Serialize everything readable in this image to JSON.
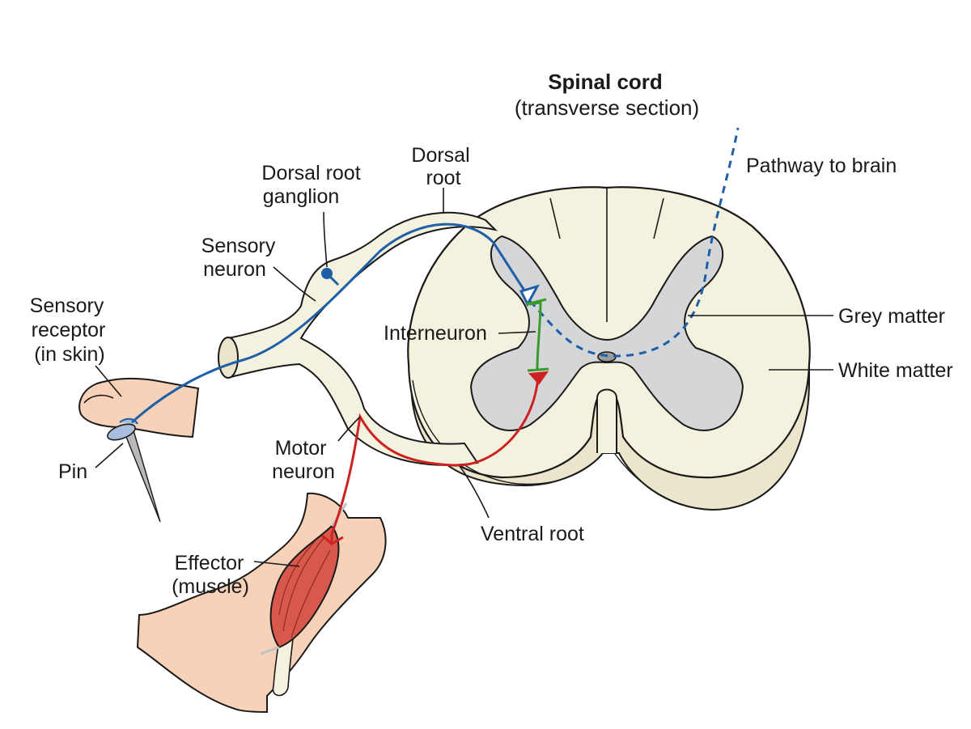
{
  "title": {
    "main": "Spinal cord",
    "sub": "(transverse section)"
  },
  "labels": {
    "pathway_to_brain": "Pathway to brain",
    "dorsal_root": [
      "Dorsal",
      "root"
    ],
    "dorsal_root_ganglion": [
      "Dorsal root",
      "ganglion"
    ],
    "sensory_neuron": [
      "Sensory",
      "neuron"
    ],
    "sensory_receptor": [
      "Sensory",
      "receptor",
      "(in skin)"
    ],
    "interneuron": "Interneuron",
    "grey_matter": "Grey matter",
    "white_matter": "White matter",
    "motor_neuron": [
      "Motor",
      "neuron"
    ],
    "pin": "Pin",
    "ventral_root": "Ventral root",
    "effector": [
      "Effector",
      "(muscle)"
    ]
  },
  "colors": {
    "sensory_neuron": "#1f5fa8",
    "motor_neuron": "#cc2222",
    "interneuron": "#3a9a2a",
    "grey_matter": "#d4d6d8",
    "white_matter": "#f5f1df",
    "skin": "#f7d2b8",
    "muscle": "#d9584c",
    "pin": "#a9bede"
  }
}
